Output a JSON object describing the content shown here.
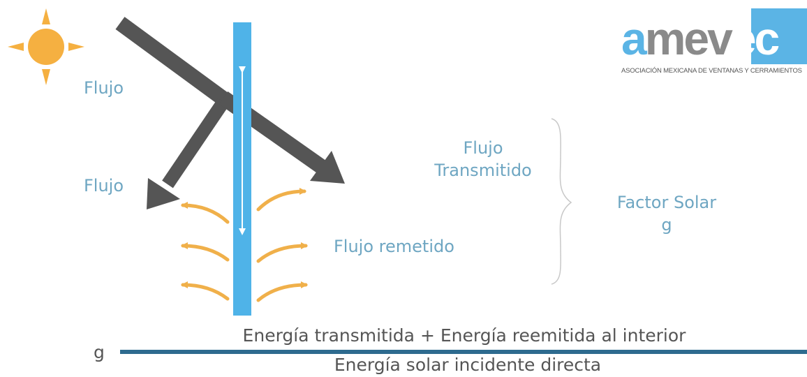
{
  "labels": {
    "flujo_incidente": "Flujo",
    "flujo_reflejado": "Flujo",
    "flujo_transmitido_line1": "Flujo",
    "flujo_transmitido_line2": "Transmitido",
    "flujo_remetido": "Flujo remetido",
    "factor_solar_line1": "Factor Solar",
    "factor_solar_line2": "g"
  },
  "formula": {
    "symbol": "g",
    "numerator": "Energía transmitida + Energía reemitida al interior",
    "denominator": "Energía solar incidente directa"
  },
  "logo": {
    "part1": "a",
    "part2": "mev",
    "part3": "ec",
    "tagline": "ASOCIACIÓN MEXICANA DE VENTANAS Y CERRAMIENTOS"
  },
  "colors": {
    "accent_blue": "#4fb3e8",
    "label_blue": "#6ea6c2",
    "arrow_gray": "#555555",
    "sun_orange": "#f5b041",
    "heat_arrow_orange": "#f0b04a",
    "fraction_line": "#2e6b8f"
  },
  "icons": [
    "sun-icon",
    "incident-arrow",
    "reflected-arrow",
    "transmitted-arrow",
    "heat-arrows",
    "double-arrow",
    "curly-brace"
  ]
}
